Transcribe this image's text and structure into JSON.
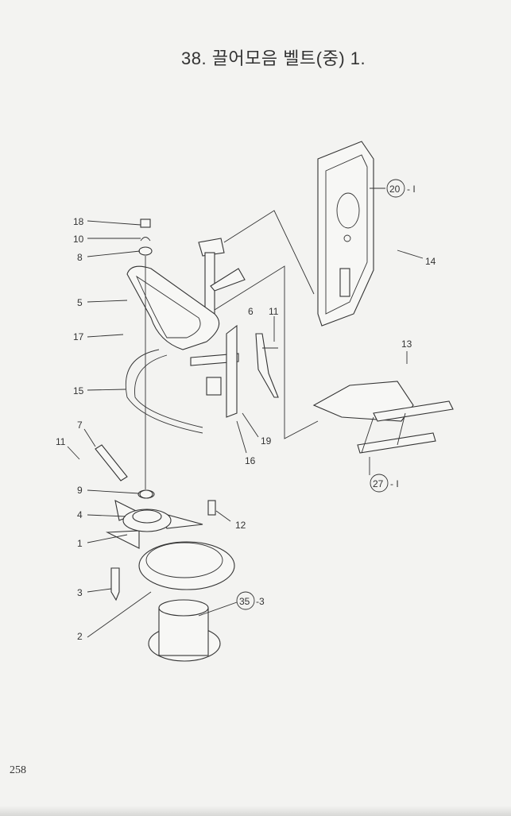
{
  "title": "38. 끌어모음 벨트(중) 1.",
  "page_number": "258",
  "callouts": [
    {
      "id": "18",
      "label": "18"
    },
    {
      "id": "10",
      "label": "10"
    },
    {
      "id": "8",
      "label": "8"
    },
    {
      "id": "5",
      "label": "5"
    },
    {
      "id": "17",
      "label": "17"
    },
    {
      "id": "15",
      "label": "15"
    },
    {
      "id": "7",
      "label": "7"
    },
    {
      "id": "11a",
      "label": "11"
    },
    {
      "id": "9",
      "label": "9"
    },
    {
      "id": "4",
      "label": "4"
    },
    {
      "id": "1",
      "label": "1"
    },
    {
      "id": "3",
      "label": "3"
    },
    {
      "id": "2",
      "label": "2"
    },
    {
      "id": "12",
      "label": "12"
    },
    {
      "id": "16",
      "label": "16"
    },
    {
      "id": "19",
      "label": "19"
    },
    {
      "id": "6",
      "label": "6"
    },
    {
      "id": "11b",
      "label": "11"
    },
    {
      "id": "13",
      "label": "13"
    },
    {
      "id": "14",
      "label": "14"
    }
  ],
  "references": [
    {
      "circled": "20",
      "suffix": "- I"
    },
    {
      "circled": "27",
      "suffix": "- I"
    },
    {
      "circled": "35",
      "suffix": "-3"
    }
  ]
}
